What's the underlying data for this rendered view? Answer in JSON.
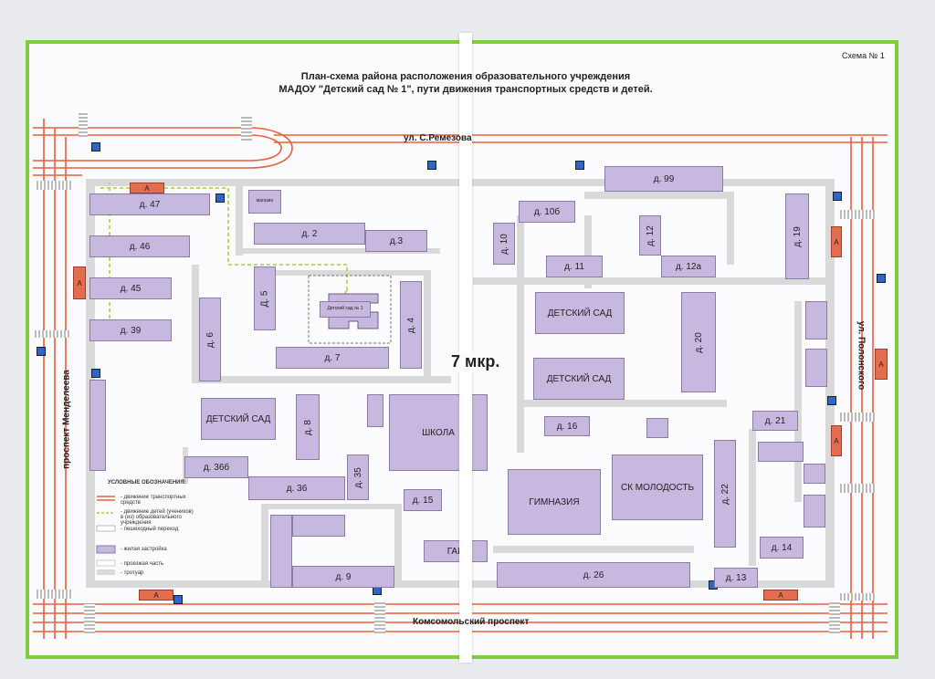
{
  "header": {
    "scheme_no": "Схема № 1",
    "title_line1": "План-схема района расположения образовательного учреждения",
    "title_line2": "МАДОУ \"Детский сад № 1\", пути движения транспортных средств и детей."
  },
  "streets": {
    "north": "ул. С.Ремезова",
    "south": "Комсомольский проспект",
    "west": "проспект Менделеева",
    "east": "ул. Полонского"
  },
  "district": "7 мкр.",
  "buildings": {
    "d47": "д. 47",
    "d46": "д. 46",
    "d45": "д. 45",
    "d39": "д. 39",
    "d2": "д. 2",
    "d3": "д.3",
    "d5": "Д. 5",
    "d6": "д. 6",
    "d4": "д. 4",
    "d7": "д. 7",
    "kg_target": "Детский сад № 1",
    "kg_west": "ДЕТСКИЙ САД",
    "d8": "д. 8",
    "d36b": "д. 36б",
    "d36": "д. 36",
    "d35": "д. 35",
    "school": "ШКОЛА",
    "d15": "д. 15",
    "gai": "ГАИ",
    "d9": "д. 9",
    "d10": "д. 10",
    "d10b": "д. 10б",
    "d99": "д. 99",
    "d12": "д. 12",
    "d11": "д. 11",
    "d12a": "д. 12а",
    "d19": "д. 19",
    "kg_east1": "ДЕТСКИЙ САД",
    "kg_east2": "ДЕТСКИЙ САД",
    "d20": "д. 20",
    "d16": "д. 16",
    "d21": "д. 21",
    "gymnasium": "ГИМНАЗИЯ",
    "sk": "СК МОЛОДОСТЬ",
    "d22": "д. 22",
    "d14": "д. 14",
    "d26": "д. 26",
    "d13": "д. 13",
    "small_shop": "магазин"
  },
  "stops": {
    "label": "А"
  },
  "legend": {
    "title": "УСЛОВНЫЕ ОБОЗНАЧЕНИЯ:",
    "items": [
      "- движение транспортных средств",
      "- движение детей (учеников) в (из) образовательного учреждения",
      "- пешеходный переход",
      "- жилая застройка",
      "- проезжая часть",
      "- тротуар"
    ]
  },
  "colors": {
    "frame": "#7fcf3a",
    "building": "#c7b8e0",
    "traffic": "#e8603c",
    "children": "#9fd13a",
    "sidewalk": "#d9d9d9",
    "stop": "#e36d4e"
  }
}
